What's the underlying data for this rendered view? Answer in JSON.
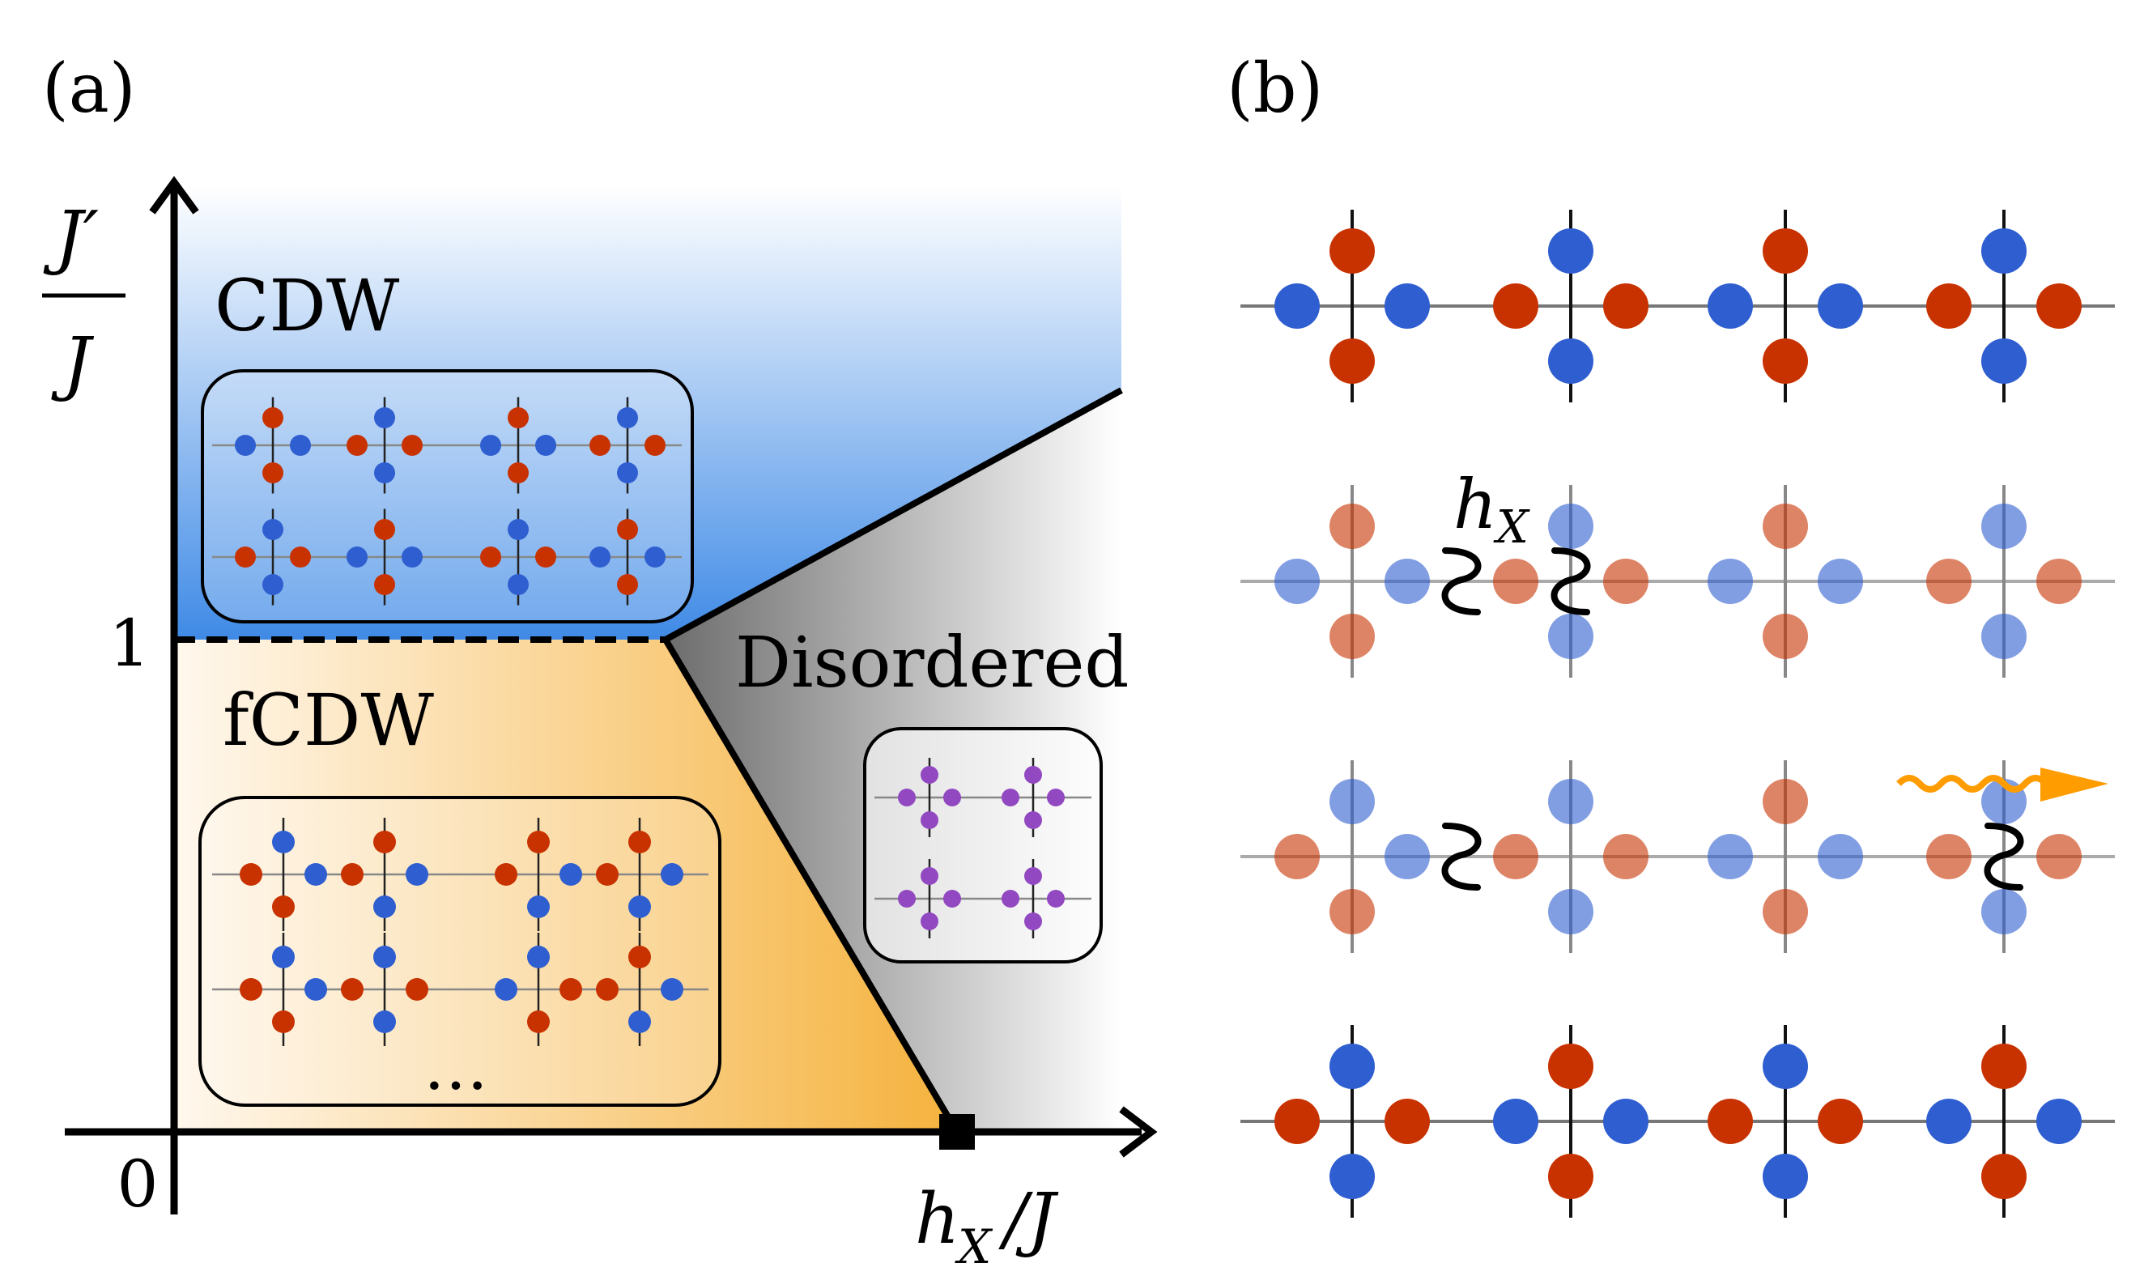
{
  "panel_a": {
    "label": "(a)",
    "y_axis": {
      "num": "J′",
      "den": "J"
    },
    "x_axis": {
      "main": "h",
      "sub": "X",
      "tail": "/J"
    },
    "tick_one": "1",
    "tick_zero": "0",
    "region_cdw": "CDW",
    "region_fcdw": "fCDW",
    "region_disordered": "Disordered",
    "ellipsis": "…"
  },
  "panel_b": {
    "label": "(b)",
    "field_label": {
      "main": "h",
      "sub": "X"
    }
  },
  "colors": {
    "red": "#c83200",
    "blue": "#2f5ed0",
    "purple": "#9148c0",
    "cdw_blue": "#3f8ae6",
    "fcdw_orange": "#f5b23d",
    "disordered_gray": "#6c6c6c",
    "photon_orange": "#ff9c00"
  }
}
